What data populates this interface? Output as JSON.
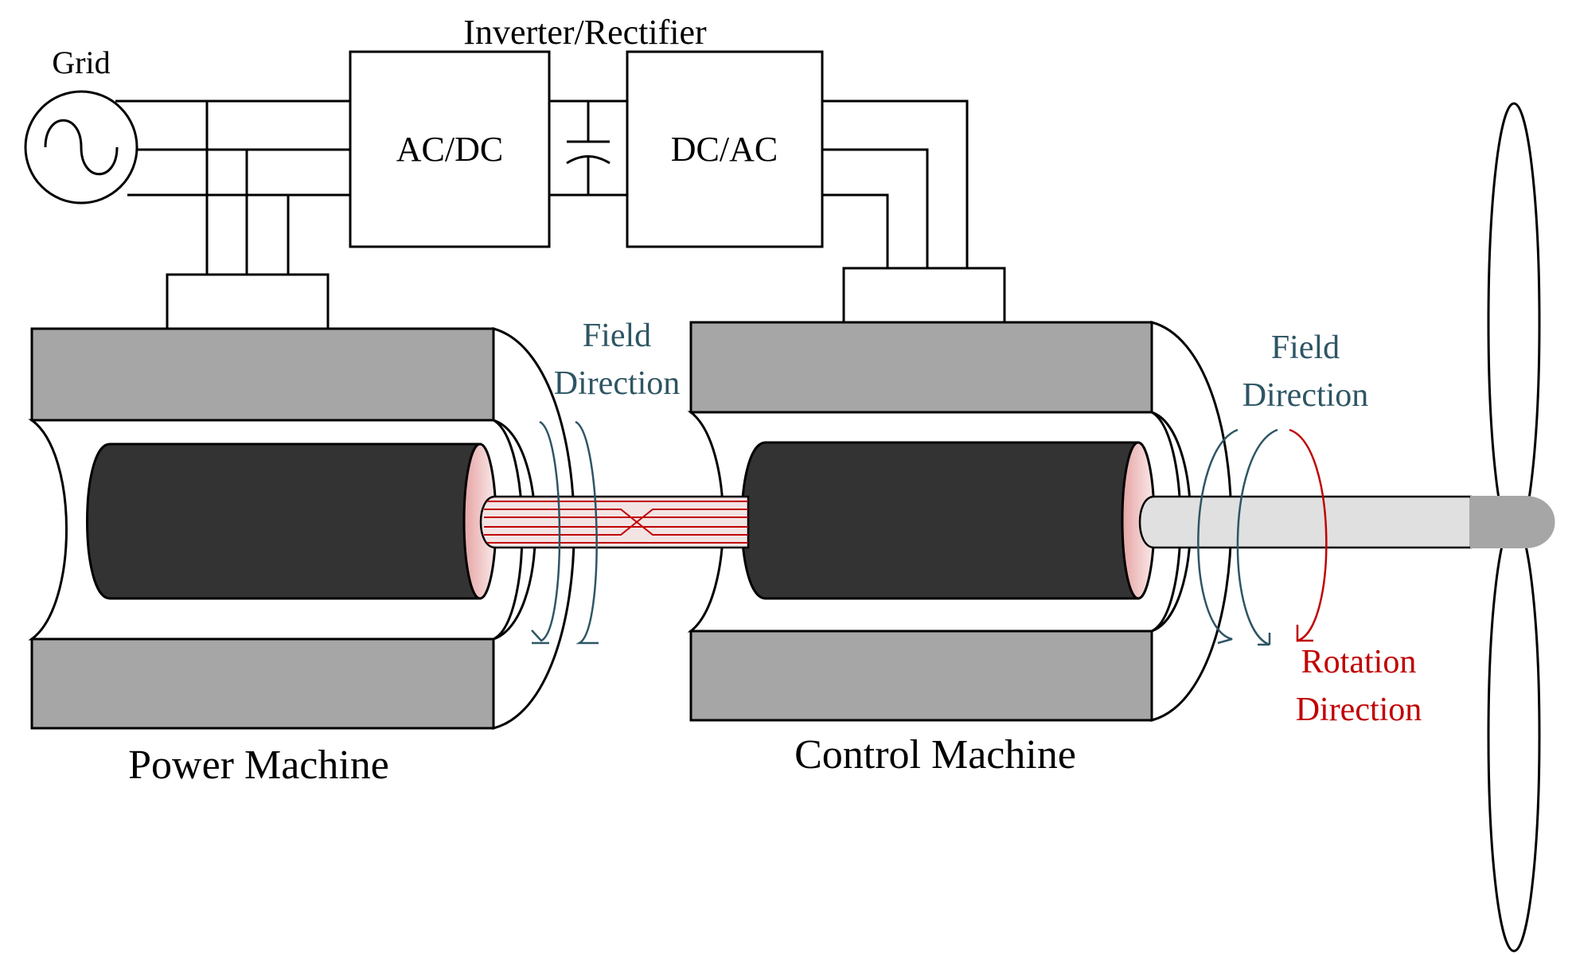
{
  "labels": {
    "grid": "Grid",
    "inverter_rectifier": "Inverter/Rectifier",
    "ac_dc": "AC/DC",
    "dc_ac": "DC/AC",
    "field_1": "Field",
    "direction_1": "Direction",
    "field_2": "Field",
    "direction_2": "Direction",
    "rotation": "Rotation",
    "rotation_direction": "Direction",
    "power_machine": "Power Machine",
    "control_machine": "Control Machine"
  },
  "colors": {
    "stator": "#a6a6a6",
    "rotor": "#333333",
    "shaft": "#e0e0e0",
    "rotor_end": "#f1c9c9",
    "field_arrow": "#2e5564",
    "rotation_arrow": "#c00000",
    "winding": "#c00000",
    "line": "#000000"
  }
}
